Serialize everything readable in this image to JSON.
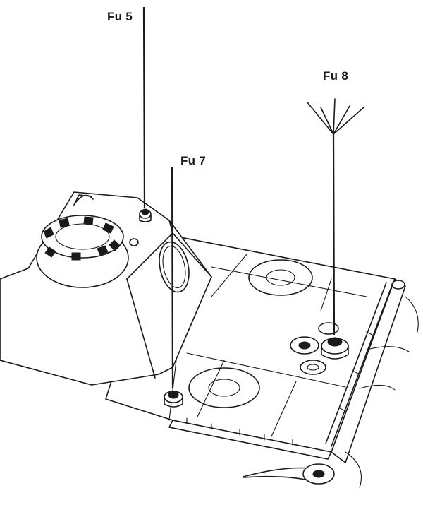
{
  "labels": {
    "fu5": "Fu 5",
    "fu7": "Fu 7",
    "fu8": "Fu 8"
  },
  "colors": {
    "ink": "#1a1a1a",
    "paper": "#ffffff"
  }
}
